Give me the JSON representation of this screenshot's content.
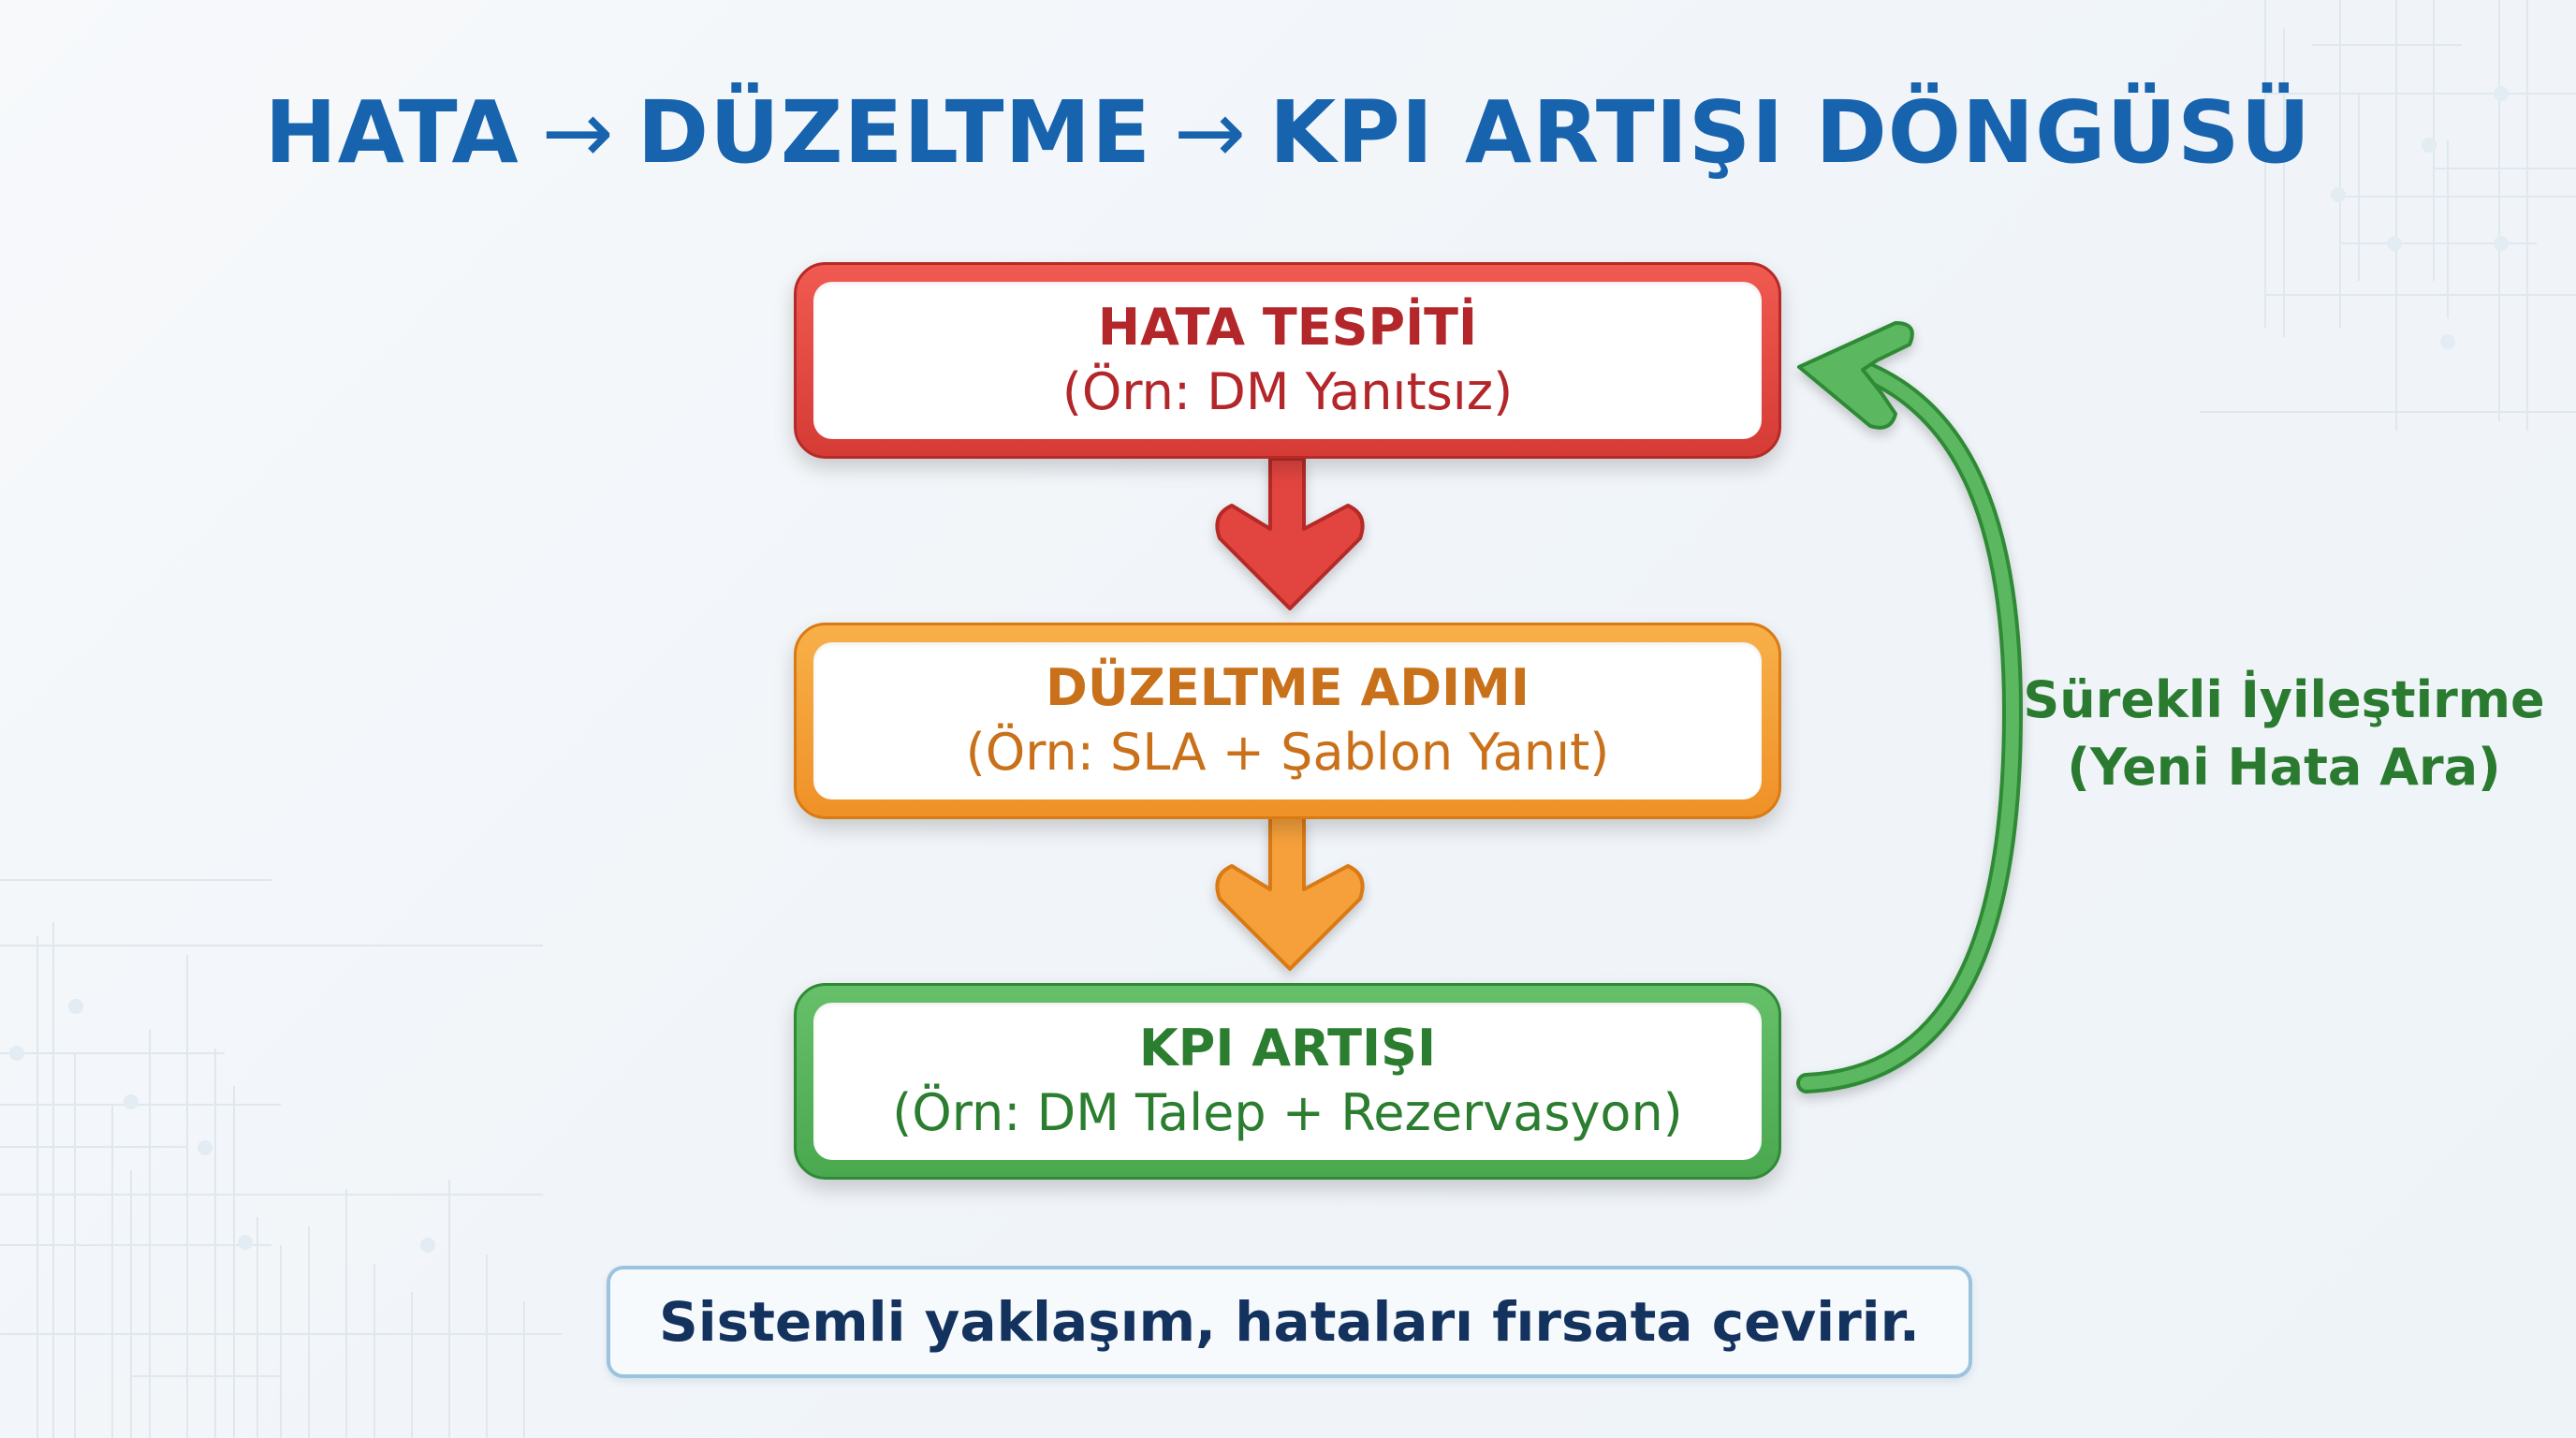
{
  "title": {
    "part1": "HATA",
    "arrow": "→",
    "part2": "DÜZELTME",
    "part3": "KPI ARTIŞI DÖNGÜSÜ",
    "color": "#1763ad"
  },
  "steps": [
    {
      "heading": "HATA TESPİTİ",
      "example": "(Örn: DM Yanıtsız)",
      "color": "#d63b36"
    },
    {
      "heading": "DÜZELTME ADIMI",
      "example": "(Örn: SLA + Şablon Yanıt)",
      "color": "#ef9127"
    },
    {
      "heading": "KPI ARTIŞI",
      "example": "(Örn: DM Talep + Rezervasyon)",
      "color": "#4aa84f"
    }
  ],
  "loop": {
    "line1": "Sürekli İyileştirme",
    "line2": "(Yeni Hata Ara)",
    "color": "#2a7b30"
  },
  "footer": {
    "text": "Sistemli yaklaşım, hataları fırsata çevirir.",
    "color": "#13325e"
  }
}
